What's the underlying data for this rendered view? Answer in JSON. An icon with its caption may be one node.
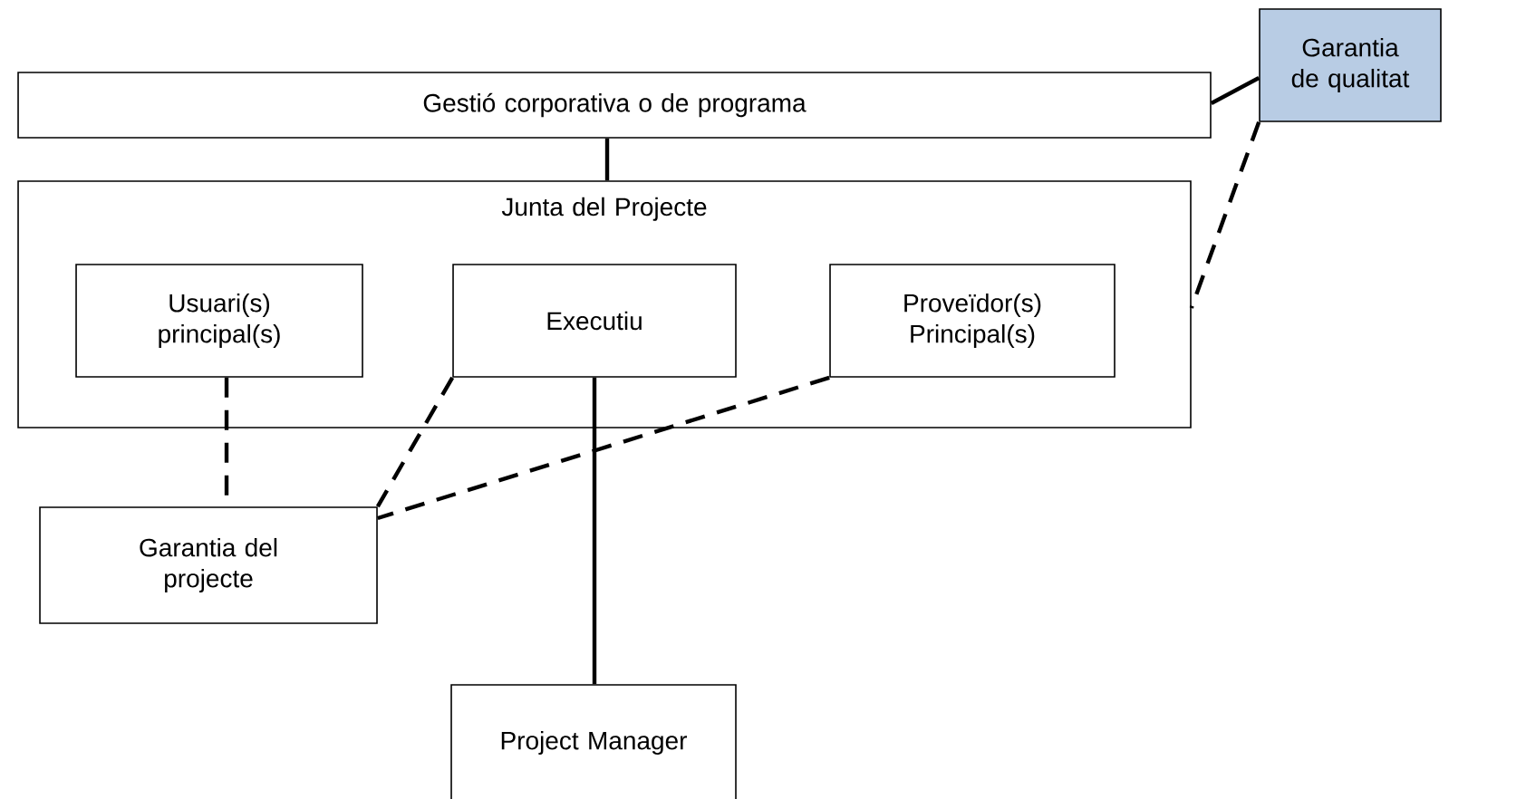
{
  "diagram": {
    "nodes": [
      {
        "text": [
          "Gestió corporativa o de programa"
        ]
      },
      {
        "text": [
          "Garantia de qualitat"
        ]
      },
      {
        "text": [
          "Junta del Projecte"
        ]
      },
      {
        "text": [
          "Usuari(s) principal(s)"
        ],
        "in": 2
      },
      {
        "text": [
          "Executiu"
        ],
        "in": 2
      },
      {
        "text": [
          "Proveïdor(s) Principal(s)"
        ],
        "in": 2
      },
      {
        "text": [
          "Garantia del projecte"
        ]
      },
      {
        "text": [
          "Project Manager"
        ]
      }
    ],
    "edges": [
      {
        "from": 0,
        "to": 2,
        "arrow": "none"
      },
      {
        "from": 1,
        "to": 0,
        "arrow": "none"
      },
      {
        "from": 1,
        "to": 2,
        "arrow": "none",
        "style": "dashed"
      },
      {
        "from": 3,
        "to": 6,
        "arrow": "none",
        "style": "dashed"
      },
      {
        "from": 4,
        "to": 6,
        "arrow": "none",
        "style": "dashed"
      },
      {
        "from": 5,
        "to": 6,
        "arrow": "none",
        "style": "dashed"
      },
      {
        "from": 4,
        "to": 7,
        "arrow": "none"
      }
    ]
  }
}
